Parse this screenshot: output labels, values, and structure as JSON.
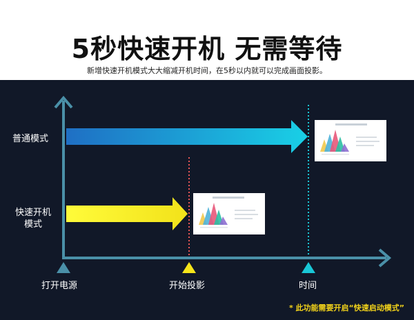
{
  "header": {
    "title": "5秒快速开机 无需等待",
    "subtitle": "新增快速开机模式大大缩减开机时间，在5秒以内就可以完成画面投影。"
  },
  "diagram": {
    "rows": {
      "normal": "普通模式",
      "fast_line1": "快速开机",
      "fast_line2": "模式"
    },
    "axis_labels": {
      "power_on": "打开电源",
      "start_projection": "开始投影",
      "time": "时间"
    },
    "note": "* 此功能需要开启“快速启动模式”",
    "colors": {
      "panel_bg": "#111828",
      "axis": "#4a90a8",
      "normal_arrow_start": "#1f6fc4",
      "normal_arrow_end": "#19d0e6",
      "fast_arrow_start": "#fffb3a",
      "fast_arrow_end": "#f2e21a",
      "marker_power": "#4a90a8",
      "marker_projection": "#f6e51a",
      "marker_time": "#19c7d6",
      "dotted_projection": "#e25555",
      "dotted_time": "#19c7d6",
      "note": "#f2d21a"
    }
  }
}
